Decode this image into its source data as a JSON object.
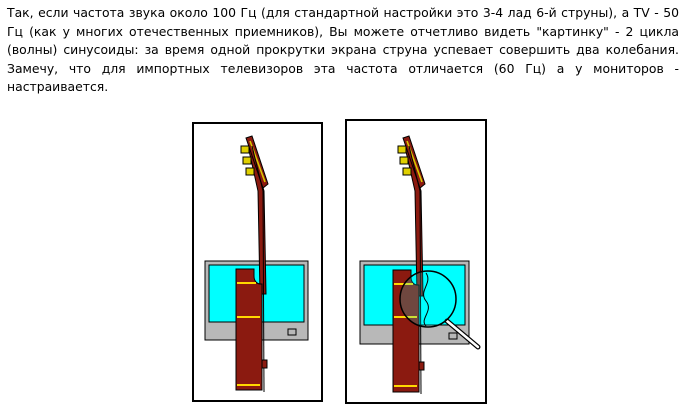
{
  "article": {
    "paragraph": "Так, если частота звука около 100 Гц (для стандартной настройки это 3-4 лад 6-й струны), а TV - 50 Гц (как у многих отечественных приемников), Вы можете отчетливо видеть \"картинку\" - 2 цикла (волны) синусоиды: за время одной прокрутки экрана струна успевает совершить два колебания. Замечу, что для импортных телевизоров эта частота отличается (60 Гц) а у мониторов - настраивается."
  },
  "figures": [
    {
      "name": "guitar-in-front-of-tv",
      "magnifier": false
    },
    {
      "name": "guitar-in-front-of-tv-magnified",
      "magnifier": true
    }
  ],
  "colors": {
    "guitar_body": "#8b1a10",
    "headstock_accent": "#d8c800",
    "tuning_peg": "#e0d000",
    "fret_marker": "#ffd800",
    "tv_frame": "#b8b8b8",
    "tv_screen": "#00ffff",
    "outline": "#000000"
  }
}
